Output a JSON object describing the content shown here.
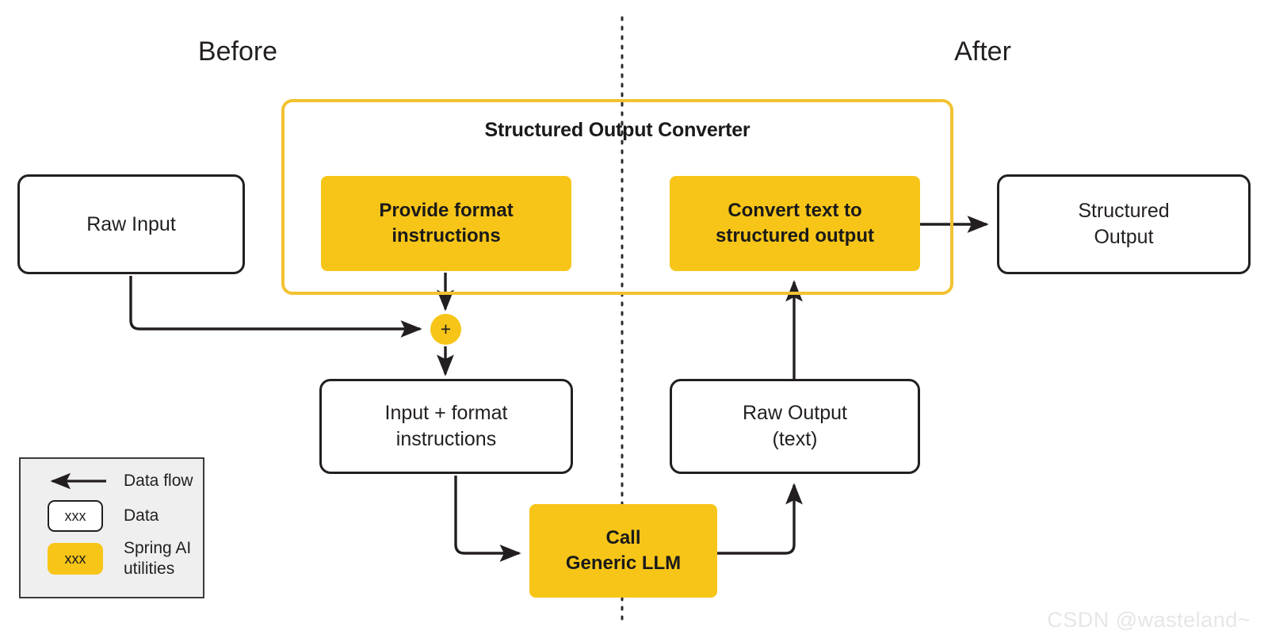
{
  "diagram": {
    "title_before": "Before",
    "title_after": "After",
    "converter_title": "Structured Output Converter",
    "accent_color": "#F7C518",
    "frame_color": "#F2C230",
    "stroke_color": "#231f20",
    "legend_bg": "#efefef"
  },
  "nodes": {
    "raw_input": "Raw Input",
    "provide_format": "Provide format\ninstructions",
    "convert_text": "Convert text to\nstructured  output",
    "structured_output": "Structured\nOutput",
    "input_format": "Input + format\ninstructions",
    "raw_output": "Raw Output\n(text)",
    "call_llm": "Call\nGeneric LLM",
    "merge_symbol": "+"
  },
  "legend": {
    "items": [
      {
        "kind": "arrow",
        "swatch_label": "",
        "label": "Data flow"
      },
      {
        "kind": "data-chip",
        "swatch_label": "xxx",
        "label": "Data"
      },
      {
        "kind": "util-chip",
        "swatch_label": "xxx",
        "label": "Spring AI\nutilities"
      }
    ]
  },
  "watermark": "CSDN @wasteland~"
}
